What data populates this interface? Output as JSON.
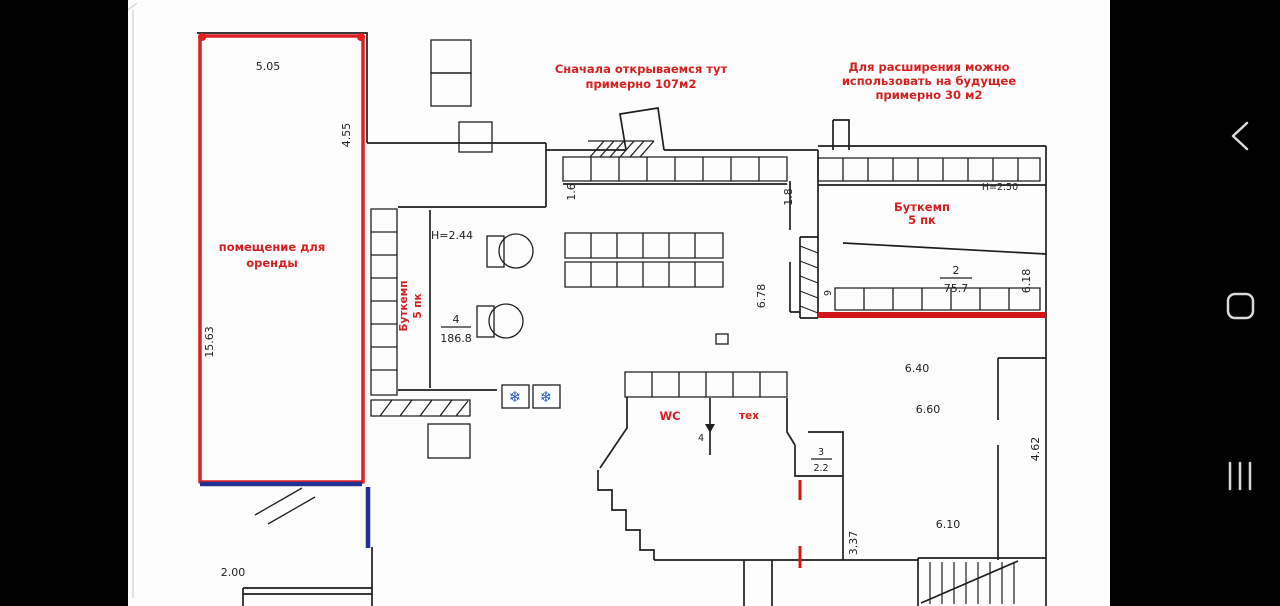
{
  "colors": {
    "marker_red": "#d61f1f",
    "marker_blue": "#23308f",
    "wall_black": "#1f1f1f",
    "paper_white": "#fdfdfd",
    "nav_gray": "#d8d8d8"
  },
  "labels": {
    "dim_505": "5.05",
    "dim_455": "4.55",
    "dim_1563": "15.63",
    "dim_200": "2.00",
    "rental_line1": "помещение для",
    "rental_line2": "оренды",
    "open_line1": "Сначала открываемся тут",
    "open_line2": "примерно 107м2",
    "expand_line1": "Для расширения можно",
    "expand_line2": "использовать на будущее",
    "expand_line3": "примерно 30 м2",
    "bootcamp_left_line1": "Буткемп",
    "bootcamp_left_line2": "5 пк",
    "bootcamp_right_line1": "Буткемп",
    "bootcamp_right_line2": "5 пк",
    "height_244": "H=2.44",
    "height_250": "Н=2.50",
    "room4_num": "4",
    "room4_area": "186.8",
    "room2_num": "2",
    "room2_area": "75.7",
    "room3_num": "3",
    "room3_area": "2.2",
    "dim_16": "1.6",
    "dim_18": "1.8",
    "dim_618": "6.18",
    "dim_678": "6.78",
    "dim_640": "6.40",
    "dim_660": "6.60",
    "dim_610": "6.10",
    "dim_462": "4.62",
    "dim_337": "3.37",
    "dim_9": "9",
    "wc": "WC",
    "tech": "тех",
    "door_4": "4",
    "snowflake": "❄"
  }
}
